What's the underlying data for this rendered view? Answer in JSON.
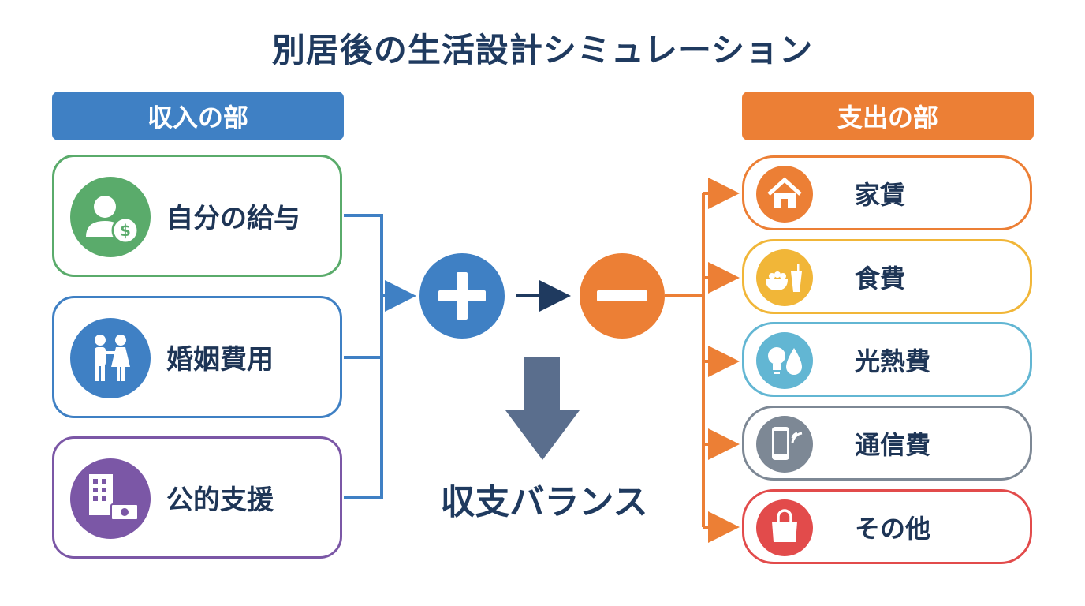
{
  "title": "別居後の生活設計シミュレーション",
  "income": {
    "header": "収入の部",
    "items": [
      {
        "label": "自分の給与",
        "icon": "person-dollar-icon",
        "color": "#5aab6b"
      },
      {
        "label": "婚姻費用",
        "icon": "couple-icon",
        "color": "#3f80c4"
      },
      {
        "label": "公的支援",
        "icon": "building-money-icon",
        "color": "#7b57a6"
      }
    ]
  },
  "expense": {
    "header": "支出の部",
    "items": [
      {
        "label": "家賃",
        "icon": "house-icon",
        "color": "#ec7f35"
      },
      {
        "label": "食費",
        "icon": "food-drink-icon",
        "color": "#f1b638"
      },
      {
        "label": "光熱費",
        "icon": "bulb-water-icon",
        "color": "#62b6d3"
      },
      {
        "label": "通信費",
        "icon": "phone-icon",
        "color": "#7d8895"
      },
      {
        "label": "その他",
        "icon": "shopping-bag-icon",
        "color": "#e24b4b"
      }
    ]
  },
  "operators": {
    "plus_icon": "plus-icon",
    "minus_icon": "minus-icon"
  },
  "balance": {
    "label": "収支バランス",
    "arrow_icon": "down-arrow-icon"
  }
}
